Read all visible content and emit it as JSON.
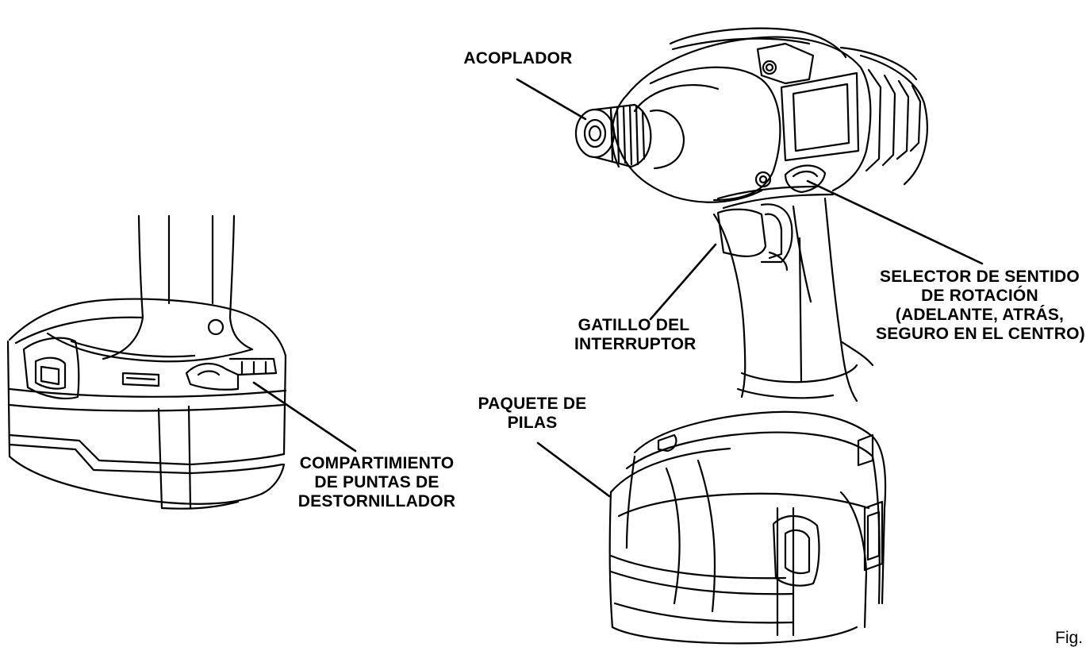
{
  "labels": {
    "acoplador": {
      "lines": [
        "ACOPLADOR"
      ]
    },
    "selector": {
      "lines": [
        "SELECTOR DE SENTIDO",
        "DE ROTACIÓN",
        "(ADELANTE, ATRÁS,",
        "SEGURO EN EL CENTRO)"
      ]
    },
    "gatillo": {
      "lines": [
        "GATILLO DEL",
        "INTERRUPTOR"
      ]
    },
    "paquete": {
      "lines": [
        "PAQUETE DE",
        "PILAS"
      ]
    },
    "compartimiento": {
      "lines": [
        "COMPARTIMIENTO",
        "DE PUNTAS DE",
        "DESTORNILLADOR"
      ]
    }
  },
  "figure_caption": "Fig.",
  "colors": {
    "line": "#000000",
    "background": "#ffffff"
  }
}
